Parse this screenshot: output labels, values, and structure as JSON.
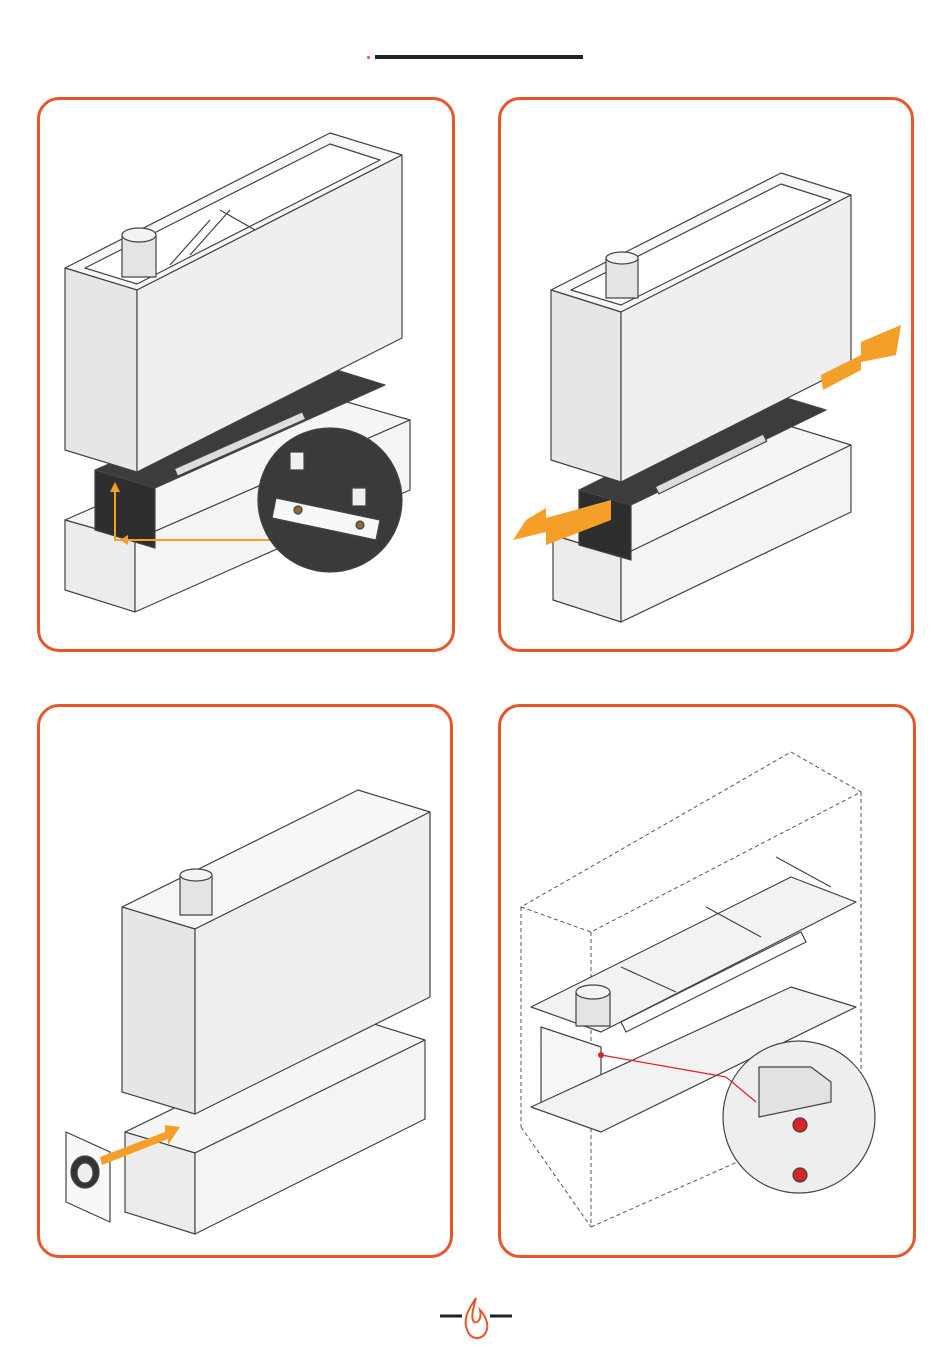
{
  "page": {
    "background": "#ffffff",
    "accent_color": "#e8562c",
    "arrow_color": "#f4a028",
    "steel_color": "#f2f2f2",
    "dark_color": "#3a3a3a"
  },
  "header": {
    "icon": "header-rule",
    "dot_color": "#e8562c"
  },
  "steps": [
    {
      "id": "step-1",
      "icon": "fireplace-lift-off-icon",
      "detail": "screw-bracket-detail"
    },
    {
      "id": "step-2",
      "icon": "fireplace-slide-icon",
      "arrows": "horizontal-orange-arrows"
    },
    {
      "id": "step-3",
      "icon": "fireplace-connect-icon",
      "detail": "wall-outlet-detail"
    },
    {
      "id": "step-4",
      "icon": "crate-unpack-icon",
      "detail": "red-bolt-detail"
    }
  ],
  "footer": {
    "icon": "flame-logo-icon"
  }
}
